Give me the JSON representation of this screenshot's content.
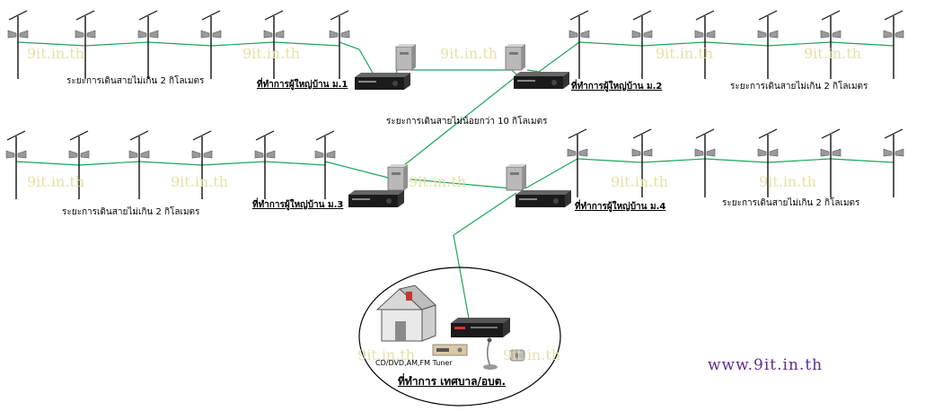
{
  "labels": {
    "span_top_left": "ระยะการเดินสายไม่เกิน 2 กิโลเมตร",
    "span_top_right": "ระยะการเดินสายไม่เกิน 2 กิโลเมตร",
    "span_mid_left": "ระยะการเดินสายไม่เกิน 2 กิโลเมตร",
    "span_mid_right": "ระยะการเดินสายไม่เกิน 2 กิโลเมตร",
    "backbone": "ระยะการเดินสายไม่น้อยกว่า 10 กิโลเมตร"
  },
  "offices": {
    "village1": "ที่ทำการผู้ใหญ่บ้าน ม.1",
    "village2": "ที่ทำการผู้ใหญ่บ้าน ม.2",
    "village3": "ที่ทำการผู้ใหญ่บ้าน ม.3",
    "village4": "ที่ทำการผู้ใหญ่บ้าน ม.4"
  },
  "headquarters": {
    "label": "ที่ทำการ เทศบาล/อบต.",
    "tuner_label": "CD/DVD,AM,FM Tuner"
  },
  "watermark": "9it.in.th",
  "website": "www.9it.in.th",
  "colors": {
    "cable": "#1fa55a",
    "pole": "#111111",
    "watermark": "#e8dfa8",
    "website": "#5b2d8e"
  }
}
